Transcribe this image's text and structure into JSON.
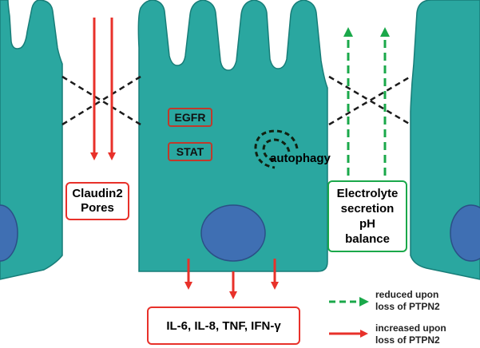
{
  "boxes": {
    "claudin": [
      "Claudin2",
      "Pores"
    ],
    "electrolyte": [
      "Electrolyte",
      "secretion",
      "pH",
      "balance"
    ],
    "cytokines": "IL-6, IL-8,  TNF, IFN-γ",
    "egfr": "EGFR",
    "stat": "STAT"
  },
  "autophagy": "autophagy",
  "legend": {
    "dashed": [
      "reduced upon",
      "loss of PTPN2"
    ],
    "solid": [
      "increased upon",
      "loss of PTPN2"
    ]
  },
  "colors": {
    "cell_fill": "#2aa7a0",
    "nucleus_fill": "#3f6fb3",
    "increase_arrow": "#e8312a",
    "decrease_arrow": "#1aa84a",
    "tight_junction": "#1b1b1b"
  }
}
